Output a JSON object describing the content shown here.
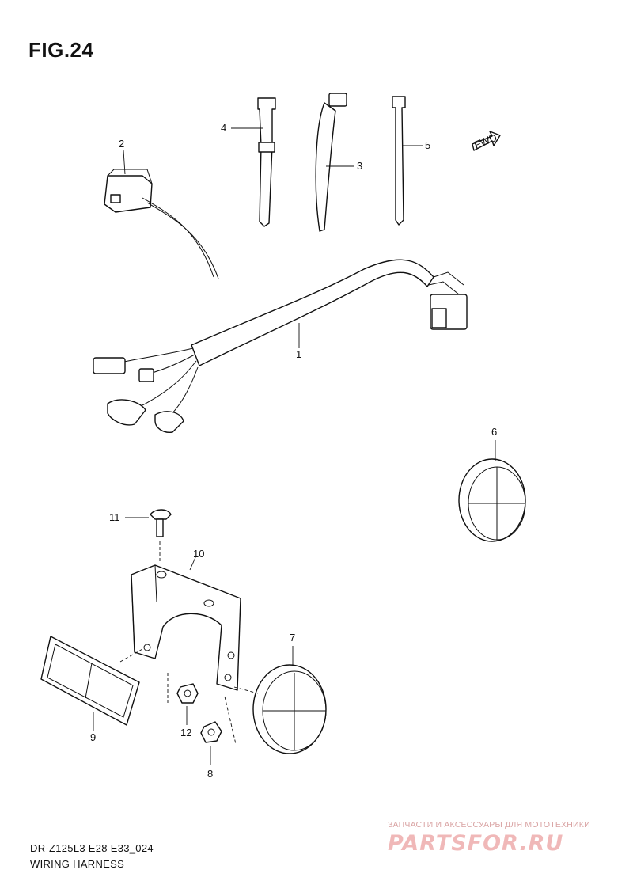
{
  "figure": {
    "title": "FIG.24"
  },
  "callouts": [
    "1",
    "2",
    "3",
    "4",
    "5",
    "6",
    "7",
    "8",
    "9",
    "10",
    "11",
    "12"
  ],
  "fwd_label": "FWD",
  "caption": {
    "model_code": "DR-Z125L3 E28 E33_024",
    "name": "WIRING HARNESS"
  },
  "watermark": {
    "tagline": "ЗАПЧАСТИ И АКСЕССУАРЫ ДЛЯ МОТОТЕХНИКИ",
    "logo": "PARTSFOR.RU"
  }
}
